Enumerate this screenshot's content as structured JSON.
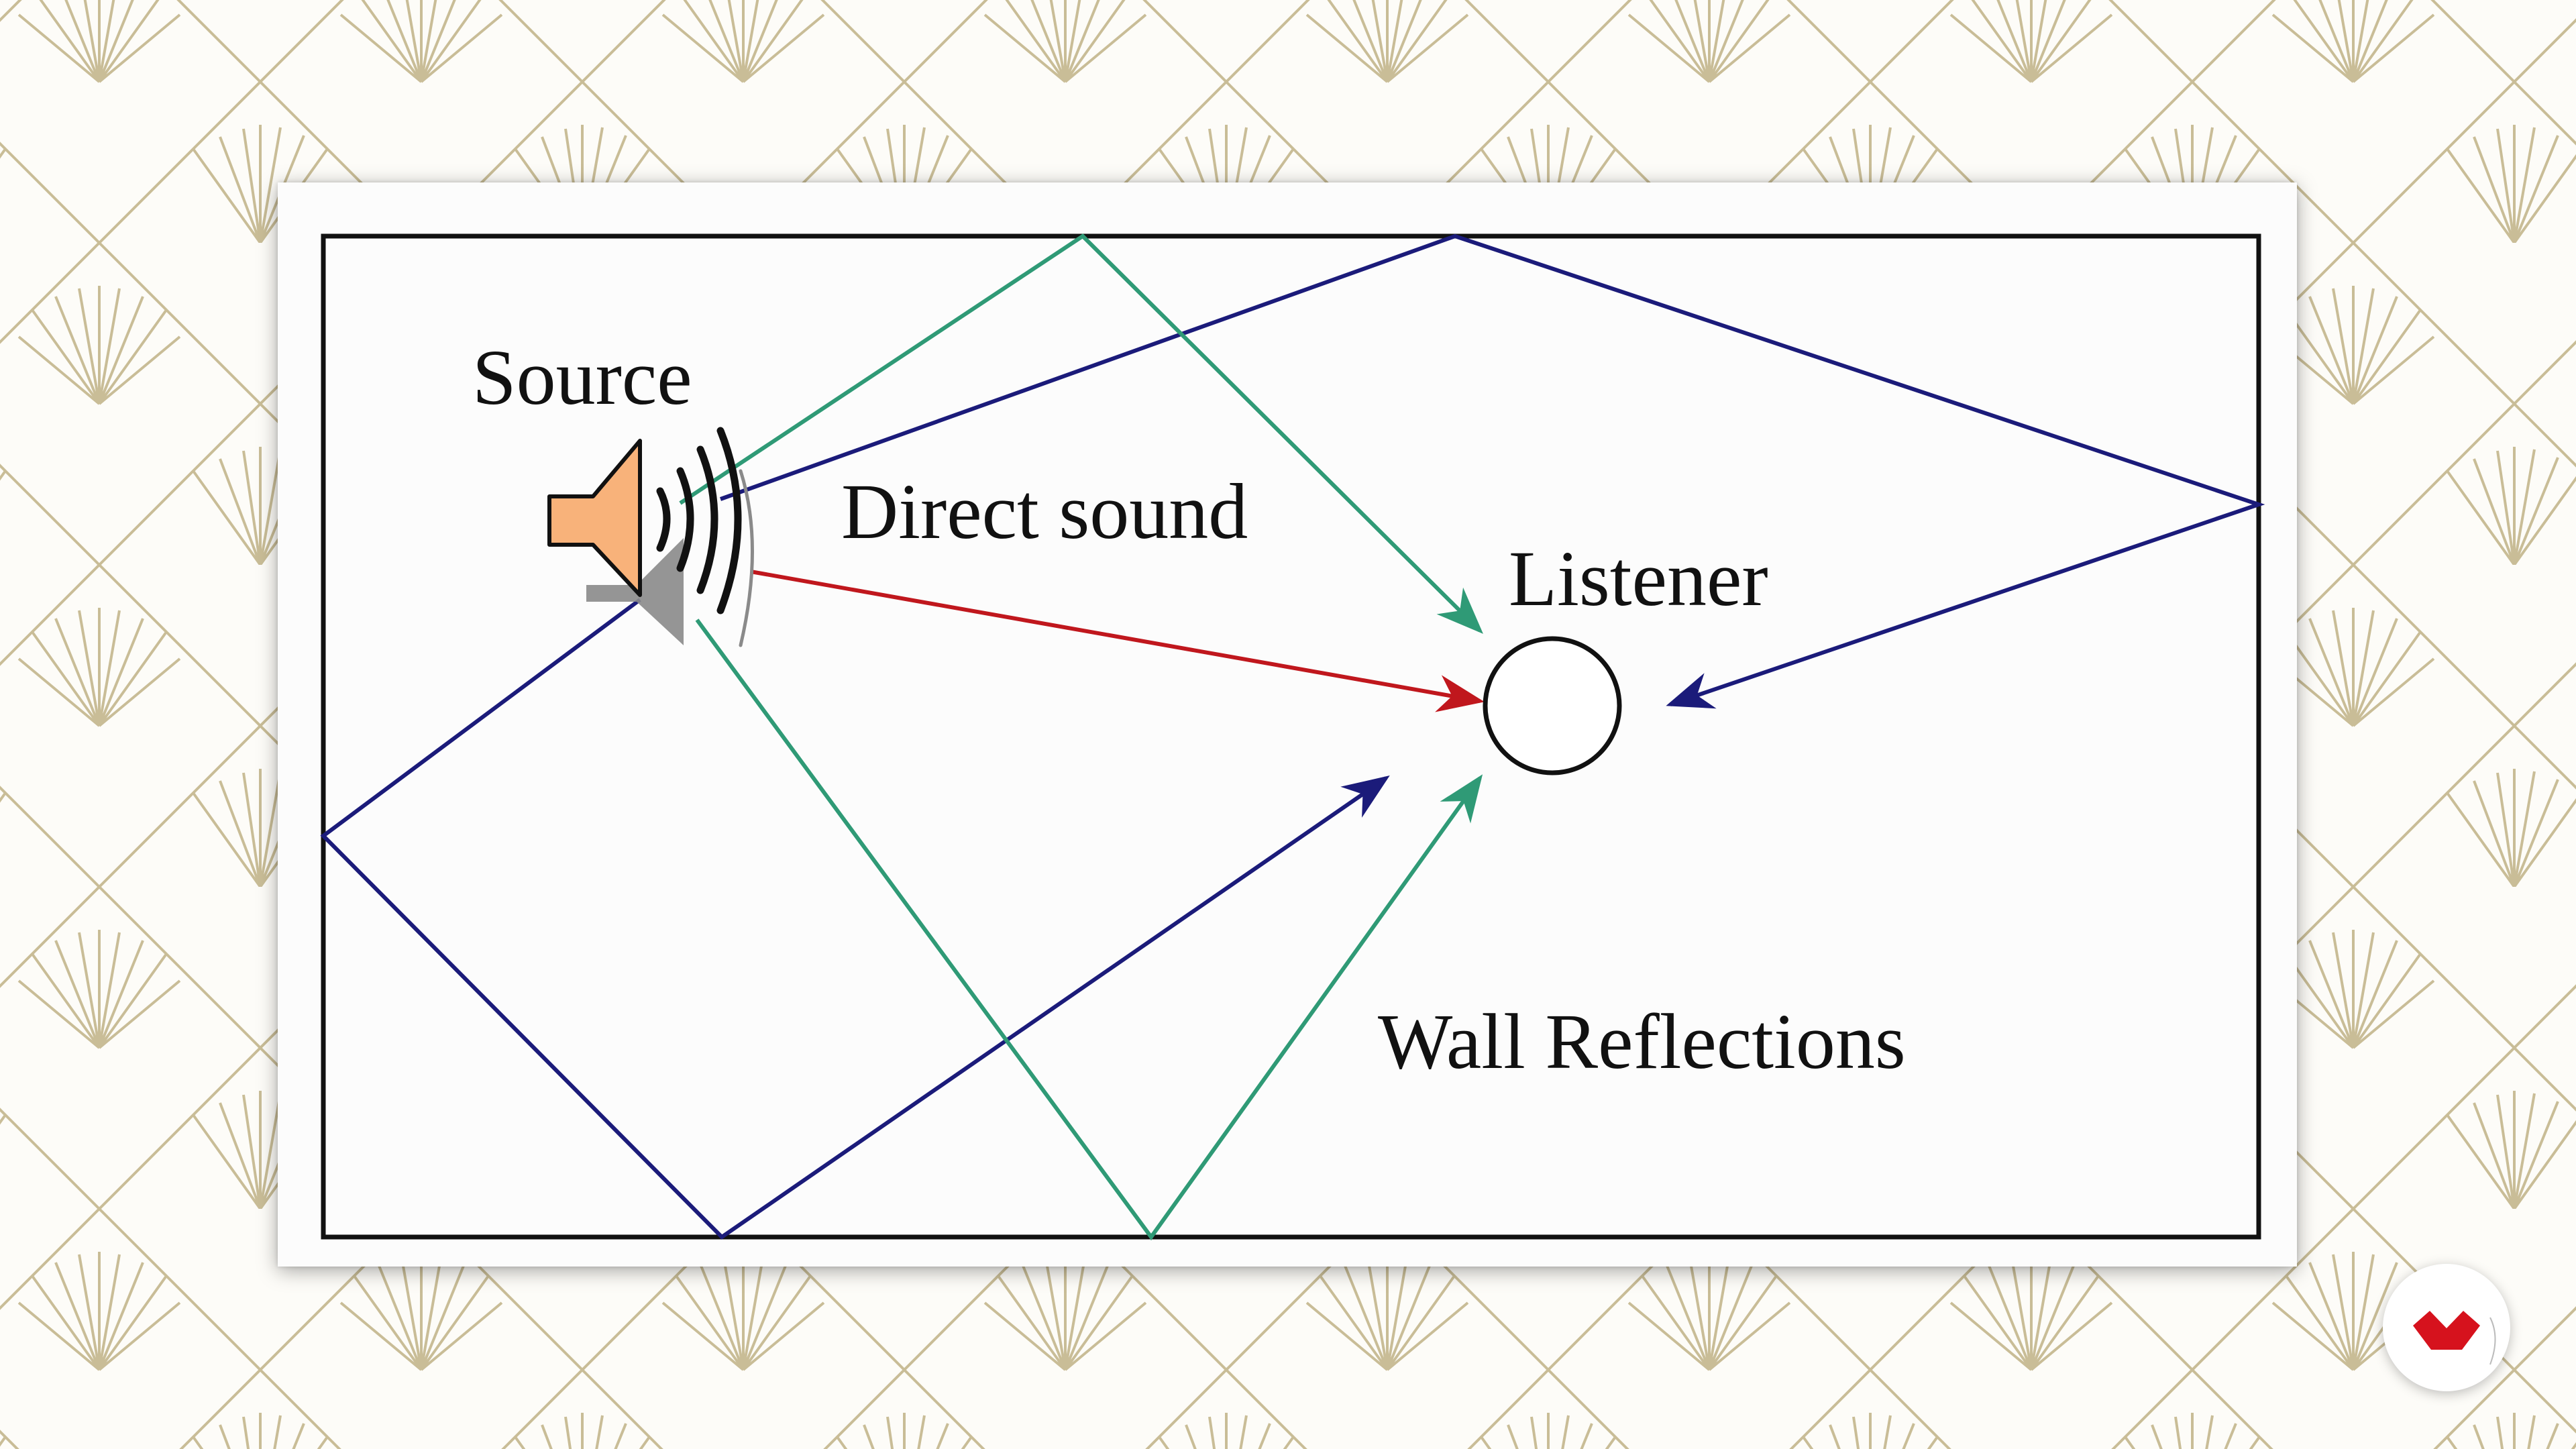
{
  "diagram": {
    "labels": {
      "source": "Source",
      "direct_sound": "Direct sound",
      "listener": "Listener",
      "wall_reflections": "Wall Reflections"
    },
    "colors": {
      "direct_path": "#c0171d",
      "reflection_navy": "#1b1b7a",
      "reflection_green": "#2f9a76",
      "speaker_fill": "#f8b27a",
      "speaker_shadow": "#8a8a8a",
      "room_wall": "#111111",
      "pattern_line": "#c9bd97"
    },
    "icons": {
      "speaker": "speaker-icon",
      "listener": "listener-circle-icon",
      "brand": "brand-badge-icon"
    }
  }
}
